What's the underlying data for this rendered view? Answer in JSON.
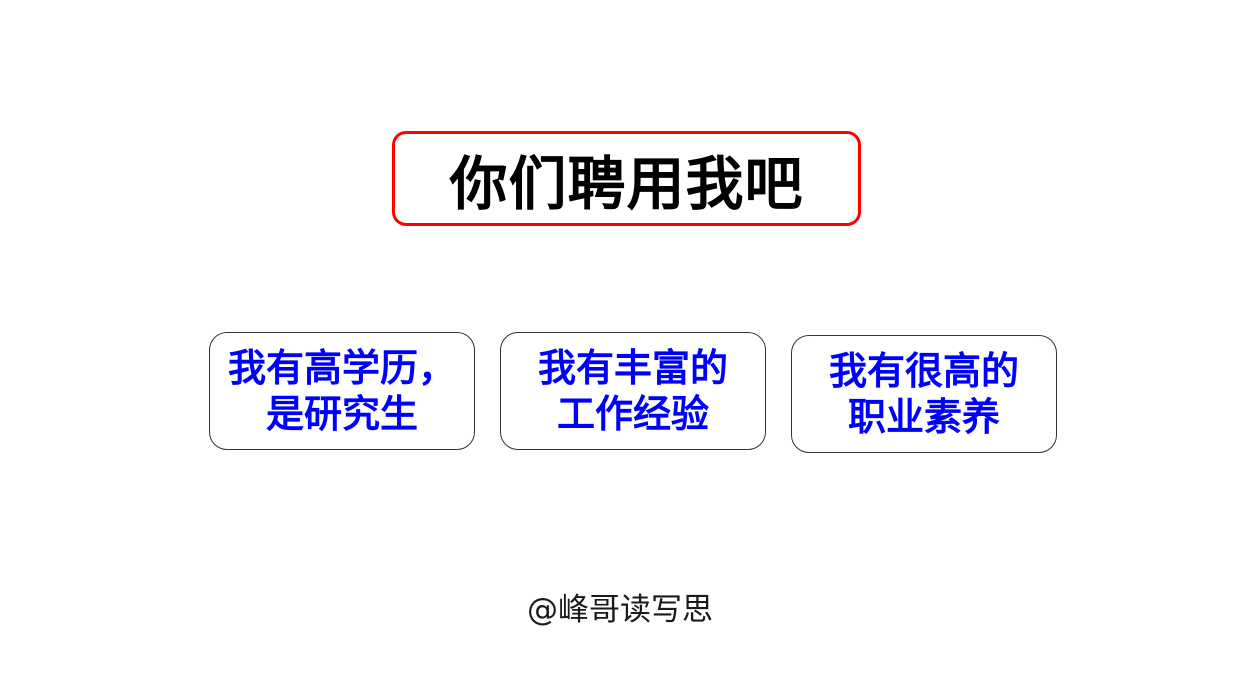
{
  "title": {
    "text": "你们聘用我吧",
    "border_color": "#ff0000",
    "text_color": "#000000"
  },
  "cards": [
    {
      "lines": [
        "我有高学历，",
        "是研究生"
      ]
    },
    {
      "lines": [
        "我有丰富的",
        "工作经验"
      ]
    },
    {
      "lines": [
        "我有很高的",
        "职业素养"
      ]
    }
  ],
  "card_style": {
    "text_color": "#0000ff",
    "border_color": "#333333"
  },
  "watermark": {
    "text": "@峰哥读写思"
  }
}
